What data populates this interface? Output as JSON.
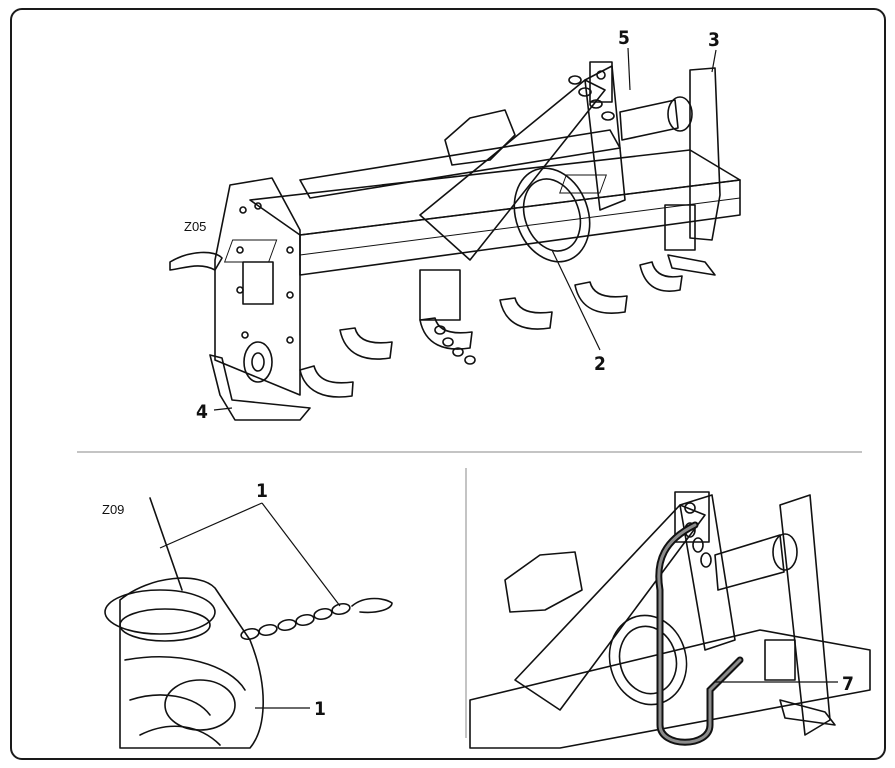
{
  "figures": {
    "top": {
      "code": "Z05",
      "callouts": [
        "5",
        "3",
        "2",
        "4"
      ]
    },
    "bottom_left": {
      "code": "Z09",
      "callouts": [
        "1",
        "1"
      ]
    },
    "bottom_right": {
      "callouts": [
        "7"
      ]
    }
  },
  "colors": {
    "ink": "#111111",
    "paper": "#ffffff",
    "frame": "#1a1a1a"
  }
}
